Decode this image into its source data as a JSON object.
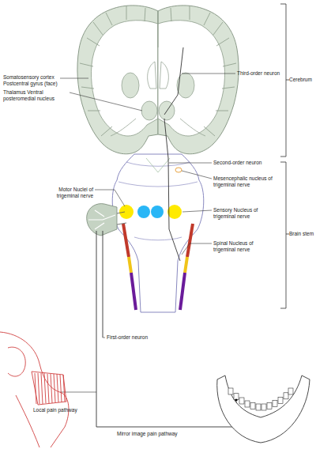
{
  "diagram": {
    "labels": [
      "Somatosensory cortex Postcentral gyrus (face)",
      "Thalamus Ventral posteromedial nucleus",
      "Third-order neuron",
      "Cerebrum",
      "Second-order neuron",
      "Mesencephalic nucleus of trigeminal nerve",
      "Motor Nuclei of trigeminal nerve",
      "Sensory Nucleus of trigeminal nerve",
      "Spinal Nucleus of trigeminal nerve",
      "Brain stem",
      "First-order neuron",
      "Local pain pathway",
      "Mirror image pain pathway"
    ]
  }
}
